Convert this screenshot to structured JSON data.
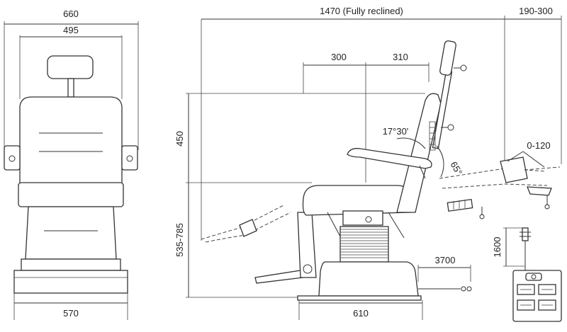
{
  "dimensions": {
    "front_overall_width": "660",
    "front_seat_width": "495",
    "front_base_width": "570",
    "side_fully_reclined": "1470 (Fully reclined)",
    "side_extension": "190-300",
    "side_seat_offset_a": "300",
    "side_seat_offset_b": "310",
    "side_back_height": "450",
    "side_seat_height": "535-785",
    "side_base_width": "610",
    "side_cable_length": "3700",
    "footswitch_height": "1600",
    "angle_recline": "17°30'",
    "angle_back": "65°",
    "leg_rest_range": "0-120"
  },
  "colors": {
    "line": "#333333",
    "background": "#ffffff"
  }
}
